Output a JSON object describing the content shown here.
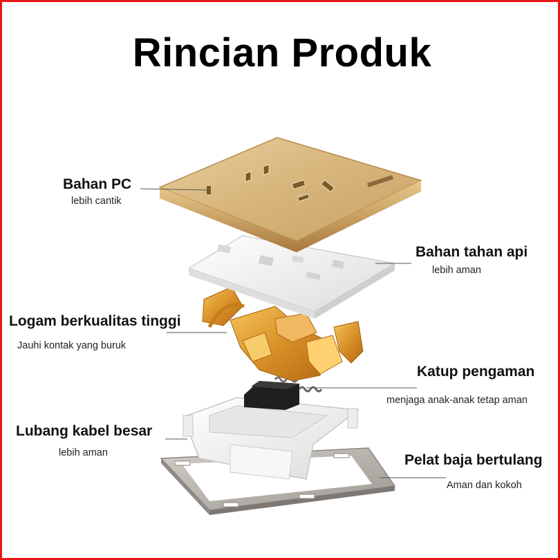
{
  "title": "Rincian Produk",
  "labels": [
    {
      "name": "Bahan PC",
      "desc": "lebih cantik"
    },
    {
      "name": "Bahan tahan api",
      "desc": "lebih aman"
    },
    {
      "name": "Logam berkualitas tinggi",
      "desc": "Jauhi kontak yang buruk"
    },
    {
      "name": "Katup pengaman",
      "desc": "menjaga anak-anak tetap aman"
    },
    {
      "name": "Lubang kabel besar",
      "desc": "lebih aman"
    },
    {
      "name": "Pelat baja bertulang",
      "desc": "Aman dan kokoh"
    }
  ],
  "colors": {
    "frame": "#e8191b",
    "gold_plate": "#d9b87e",
    "gold_trim": "#b88a4c",
    "brass": "#e0a030",
    "white_part": "#f2f2f2",
    "steel": "#b9b4ae"
  }
}
